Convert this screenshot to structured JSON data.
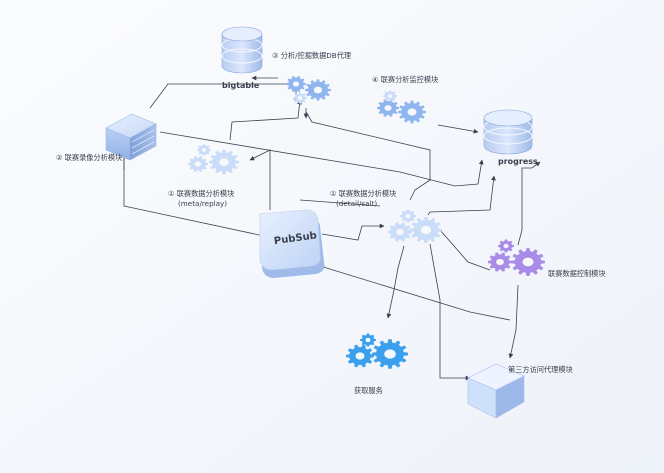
{
  "nodes": {
    "bigtable": {
      "label": "bigtable"
    },
    "db_proxy": {
      "label": "③ 分析/挖掘数据DB代理"
    },
    "monitor": {
      "label": "④ 联赛分析监控模块"
    },
    "progress": {
      "label": "progress"
    },
    "recording": {
      "label": "② 联赛录像分析模块"
    },
    "meta_replay": {
      "label": "① 联赛数据分析模块",
      "sublabel": "(meta/replay)"
    },
    "detail_salt": {
      "label": "① 联赛数据分析模块",
      "sublabel": "(detail/salt)"
    },
    "pubsub": {
      "label": "PubSub"
    },
    "control": {
      "label": "联赛数据控制模块"
    },
    "fetch": {
      "label": "获取服务"
    },
    "third_party": {
      "label": "第三方访问代理模块"
    }
  },
  "colors": {
    "blue_light": "#c9dcf8",
    "blue_mid": "#8fb5ee",
    "blue_bright": "#3aa0ee",
    "purple": "#a98be8",
    "line": "#3b4150"
  }
}
